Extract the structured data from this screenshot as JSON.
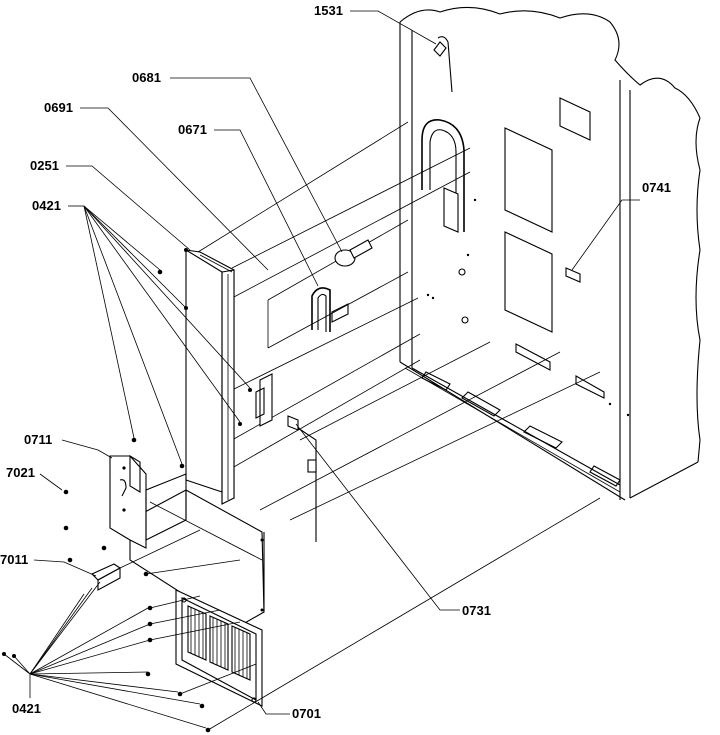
{
  "labels": {
    "p1531": "1531",
    "p0681": "0681",
    "p0691": "0691",
    "p0671": "0671",
    "p0251": "0251",
    "p0421_top": "0421",
    "p0741": "0741",
    "p0711": "0711",
    "p7021": "7021",
    "p7011": "7011",
    "p0731": "0731",
    "p0421_bottom": "0421",
    "p0701": "0701"
  }
}
